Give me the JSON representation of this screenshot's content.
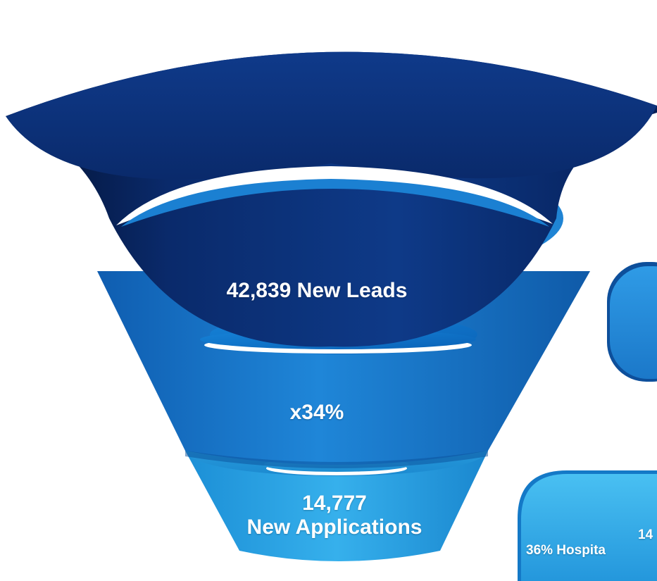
{
  "funnel": {
    "top_stage": {
      "label": "42,839 New Leads"
    },
    "middle_stage": {
      "label": "x34%"
    },
    "bottom_stage": {
      "count": "14,777",
      "label": "New Applications"
    }
  },
  "right_panel": {
    "box_top_text": "14",
    "box_bottom_text": "36% Hospita"
  },
  "colors": {
    "top_band": "#0a2a6b",
    "middle_band": "#1476cc",
    "bottom_band": "#2aa0e2",
    "inner_highlight": "#ffffff"
  }
}
